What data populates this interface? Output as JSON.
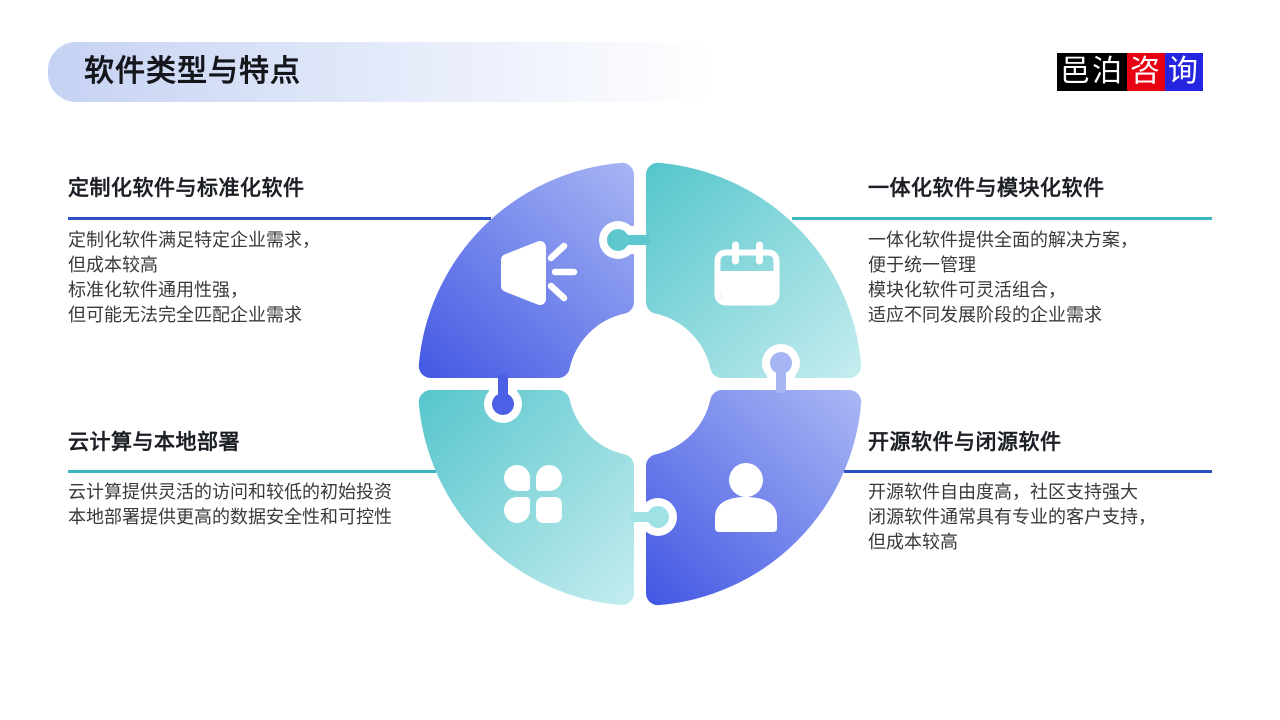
{
  "title": "软件类型与特点",
  "logo": {
    "seg1": {
      "text": "邑泊",
      "bg": "#000000"
    },
    "seg2": {
      "text": "咨",
      "bg": "#e60012"
    },
    "seg3": {
      "text": "询",
      "bg": "#2525e0"
    }
  },
  "sections": [
    {
      "heading": "定制化软件与标准化软件",
      "divider_color": "#2b50c8",
      "lines": [
        "定制化软件满足特定企业需求，",
        "但成本较高",
        "标准化软件通用性强，",
        "但可能无法完全匹配企业需求"
      ]
    },
    {
      "heading": "一体化软件与模块化软件",
      "divider_color": "#3cb6bd",
      "lines": [
        "一体化软件提供全面的解决方案，",
        "便于统一管理",
        "模块化软件可灵活组合，",
        "适应不同发展阶段的企业需求"
      ]
    },
    {
      "heading": "云计算与本地部署",
      "divider_color": "#3cb6bd",
      "lines": [
        "云计算提供灵活的访问和较低的初始投资",
        "本地部署提供更高的数据安全性和可控性"
      ]
    },
    {
      "heading": "开源软件与闭源软件",
      "divider_color": "#2b50c8",
      "lines": [
        "开源软件自由度高，社区支持强大",
        "闭源软件通常具有专业的客户支持，",
        "但成本较高"
      ]
    }
  ],
  "diagram": {
    "pieces": [
      {
        "icon": "megaphone-icon",
        "light": "#aab8f4",
        "dark": "#4156e3"
      },
      {
        "icon": "calendar-icon",
        "dark": "#55c6cc",
        "light": "#c9eef0"
      },
      {
        "icon": "clover-icon",
        "dark": "#58c6cd",
        "light": "#c9eef0"
      },
      {
        "icon": "person-icon",
        "light": "#aab8f4",
        "dark": "#4156e3"
      }
    ],
    "knobs": {
      "top": "#5ec8ce",
      "left": "#4c60e5",
      "right": "#a6b5f4",
      "bottom": "#9fe2e6"
    },
    "icon_color": "#ffffff",
    "gap_color": "#ffffff"
  }
}
